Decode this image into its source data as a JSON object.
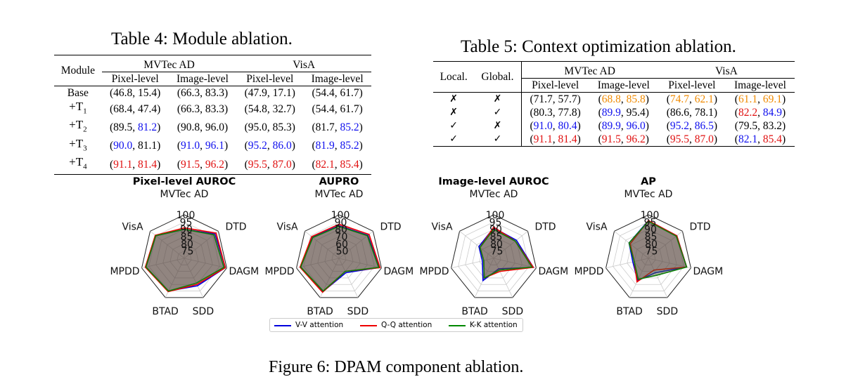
{
  "table4": {
    "caption": "Table 4: Module ablation.",
    "header": {
      "row_label": "Module",
      "groups": [
        "MVTec AD",
        "VisA"
      ],
      "subcols": [
        "Pixel-level",
        "Image-level",
        "Pixel-level",
        "Image-level"
      ]
    },
    "rows": [
      {
        "label": "Base",
        "label_main": "Base",
        "label_sub": "",
        "cells": [
          {
            "a": "46.8",
            "ac": "black",
            "b": "15.4",
            "bc": "black"
          },
          {
            "a": "66.3",
            "ac": "black",
            "b": "83.3",
            "bc": "black"
          },
          {
            "a": "47.9",
            "ac": "black",
            "b": "17.1",
            "bc": "black"
          },
          {
            "a": "54.4",
            "ac": "black",
            "b": "61.7",
            "bc": "black"
          }
        ]
      },
      {
        "label": "+T1",
        "label_main": "+T",
        "label_sub": "1",
        "cells": [
          {
            "a": "68.4",
            "ac": "black",
            "b": "47.4",
            "bc": "black"
          },
          {
            "a": "66.3",
            "ac": "black",
            "b": "83.3",
            "bc": "black"
          },
          {
            "a": "54.8",
            "ac": "black",
            "b": "32.7",
            "bc": "black"
          },
          {
            "a": "54.4",
            "ac": "black",
            "b": "61.7",
            "bc": "black"
          }
        ]
      },
      {
        "label": "+T2",
        "label_main": "+T",
        "label_sub": "2",
        "cells": [
          {
            "a": "89.5",
            "ac": "black",
            "b": "81.2",
            "bc": "blue"
          },
          {
            "a": "90.8",
            "ac": "black",
            "b": "96.0",
            "bc": "black"
          },
          {
            "a": "95.0",
            "ac": "black",
            "b": "85.3",
            "bc": "black"
          },
          {
            "a": "81.7",
            "ac": "black",
            "b": "85.2",
            "bc": "blue"
          }
        ]
      },
      {
        "label": "+T3",
        "label_main": "+T",
        "label_sub": "3",
        "cells": [
          {
            "a": "90.0",
            "ac": "blue",
            "b": "81.1",
            "bc": "black"
          },
          {
            "a": "91.0",
            "ac": "blue",
            "b": "96.1",
            "bc": "blue"
          },
          {
            "a": "95.2",
            "ac": "blue",
            "b": "86.0",
            "bc": "blue"
          },
          {
            "a": "81.9",
            "ac": "blue",
            "b": "85.2",
            "bc": "blue"
          }
        ]
      },
      {
        "label": "+T4",
        "label_main": "+T",
        "label_sub": "4",
        "cells": [
          {
            "a": "91.1",
            "ac": "red",
            "b": "81.4",
            "bc": "red"
          },
          {
            "a": "91.5",
            "ac": "red",
            "b": "96.2",
            "bc": "red"
          },
          {
            "a": "95.5",
            "ac": "red",
            "b": "87.0",
            "bc": "red"
          },
          {
            "a": "82.1",
            "ac": "red",
            "b": "85.4",
            "bc": "red"
          }
        ]
      }
    ]
  },
  "table5": {
    "caption": "Table 5: Context optimization ablation.",
    "header": {
      "local": "Local.",
      "global": "Global.",
      "groups": [
        "MVTec AD",
        "VisA"
      ],
      "subcols": [
        "Pixel-level",
        "Image-level",
        "Pixel-level",
        "Image-level"
      ]
    },
    "rows": [
      {
        "local": "✗",
        "global": "✗",
        "cells": [
          {
            "a": "71.7",
            "ac": "black",
            "b": "57.7",
            "bc": "black"
          },
          {
            "a": "68.8",
            "ac": "orange",
            "b": "85.8",
            "bc": "orange"
          },
          {
            "a": "74.7",
            "ac": "orange",
            "b": "62.1",
            "bc": "orange"
          },
          {
            "a": "61.1",
            "ac": "orange",
            "b": "69.1",
            "bc": "orange"
          }
        ]
      },
      {
        "local": "✗",
        "global": "✓",
        "cells": [
          {
            "a": "80.3",
            "ac": "black",
            "b": "77.8",
            "bc": "black"
          },
          {
            "a": "89.9",
            "ac": "blue",
            "b": "95.4",
            "bc": "black"
          },
          {
            "a": "86.6",
            "ac": "black",
            "b": "78.1",
            "bc": "black"
          },
          {
            "a": "82.2",
            "ac": "red",
            "b": "84.9",
            "bc": "blue"
          }
        ]
      },
      {
        "local": "✓",
        "global": "✗",
        "cells": [
          {
            "a": "91.0",
            "ac": "blue",
            "b": "80.4",
            "bc": "blue"
          },
          {
            "a": "89.9",
            "ac": "blue",
            "b": "96.0",
            "bc": "blue"
          },
          {
            "a": "95.2",
            "ac": "blue",
            "b": "86.5",
            "bc": "blue"
          },
          {
            "a": "79.5",
            "ac": "black",
            "b": "83.2",
            "bc": "black"
          }
        ]
      },
      {
        "local": "✓",
        "global": "✓",
        "cells": [
          {
            "a": "91.1",
            "ac": "red",
            "b": "81.4",
            "bc": "red"
          },
          {
            "a": "91.5",
            "ac": "red",
            "b": "96.2",
            "bc": "red"
          },
          {
            "a": "95.5",
            "ac": "red",
            "b": "87.0",
            "bc": "red"
          },
          {
            "a": "82.1",
            "ac": "blue",
            "b": "85.4",
            "bc": "red"
          }
        ]
      }
    ]
  },
  "colors": {
    "black": "#000000",
    "blue": "#1010ee",
    "red": "#e01010",
    "orange": "#f08a00"
  },
  "figure_caption": "Figure 6: DPAM component ablation.",
  "chart_data": [
    {
      "type": "radar",
      "title": "Pixel-level AUROC",
      "axes": [
        "MVTec AD",
        "DTD",
        "DAGM",
        "SDD",
        "BTAD",
        "MPDD",
        "VisA"
      ],
      "ticks": [
        "100",
        "95",
        "90",
        "85",
        "80",
        "75"
      ],
      "rlim": [
        70,
        100
      ],
      "series": [
        {
          "name": "V-V attention",
          "color": "#0000dd",
          "values": [
            90,
            97,
            99,
            91,
            95,
            97,
            95
          ]
        },
        {
          "name": "Q-Q attention",
          "color": "#ee0000",
          "values": [
            91,
            98,
            99,
            90,
            95.5,
            97.5,
            95.5
          ]
        },
        {
          "name": "K-K attention",
          "color": "#008800",
          "values": [
            90,
            96,
            98,
            89,
            95,
            97,
            95
          ]
        }
      ]
    },
    {
      "type": "radar",
      "title": "AUPRO",
      "axes": [
        "MVTec AD",
        "DTD",
        "DAGM",
        "SDD",
        "BTAD",
        "MPDD",
        "VisA"
      ],
      "ticks": [
        "100",
        "90",
        "80",
        "70",
        "60",
        "50"
      ],
      "rlim": [
        40,
        100
      ],
      "series": [
        {
          "name": "V-V attention",
          "color": "#0000dd",
          "values": [
            85,
            91,
            97,
            62,
            91,
            94,
            87
          ]
        },
        {
          "name": "Q-Q attention",
          "color": "#ee0000",
          "values": [
            87,
            93,
            98,
            60,
            92,
            95,
            88
          ]
        },
        {
          "name": "K-K attention",
          "color": "#008800",
          "values": [
            84,
            90,
            96,
            60,
            90,
            94,
            86
          ]
        }
      ]
    },
    {
      "type": "radar",
      "title": "Image-level AUROC",
      "axes": [
        "MVTec AD",
        "DTD",
        "DAGM",
        "SDD",
        "BTAD",
        "MPDD",
        "VisA"
      ],
      "ticks": [
        "100",
        "95",
        "90",
        "85",
        "80",
        "75"
      ],
      "rlim": [
        70,
        100
      ],
      "series": [
        {
          "name": "V-V attention",
          "color": "#0000dd",
          "values": [
            91,
            90,
            98,
            78,
            87,
            78,
            83
          ]
        },
        {
          "name": "Q-Q attention",
          "color": "#ee0000",
          "values": [
            91.5,
            89,
            98,
            80,
            85,
            77,
            82
          ]
        },
        {
          "name": "K-K attention",
          "color": "#008800",
          "values": [
            90,
            89,
            97,
            79,
            85,
            77,
            82
          ]
        }
      ]
    },
    {
      "type": "radar",
      "title": "AP",
      "axes": [
        "MVTec AD",
        "DTD",
        "DAGM",
        "SDD",
        "BTAD",
        "MPDD",
        "VisA"
      ],
      "ticks": [
        "100",
        "95",
        "90",
        "85",
        "80",
        "75"
      ],
      "rlim": [
        70,
        100
      ],
      "series": [
        {
          "name": "V-V attention",
          "color": "#0000dd",
          "values": [
            96,
            95,
            97,
            81,
            87,
            81,
            87
          ]
        },
        {
          "name": "Q-Q attention",
          "color": "#ee0000",
          "values": [
            96,
            95,
            97,
            79,
            88,
            80,
            86
          ]
        },
        {
          "name": "K-K attention",
          "color": "#008800",
          "values": [
            95.5,
            94.5,
            97,
            83,
            86,
            80,
            87
          ]
        }
      ]
    }
  ]
}
